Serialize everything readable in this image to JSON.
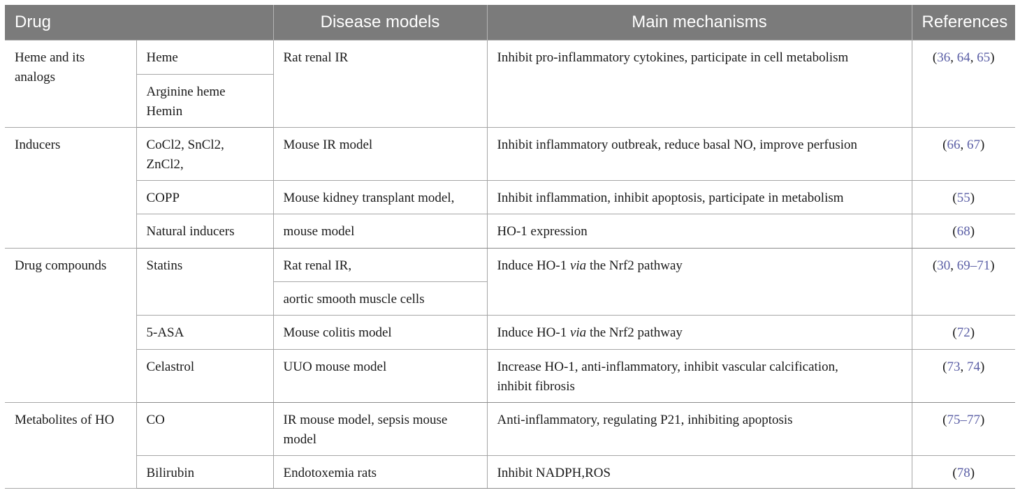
{
  "table": {
    "headers": [
      "Drug",
      "Disease models",
      "Main mechanisms",
      "References"
    ],
    "rows": {
      "r1": {
        "group": [
          "Heme and its",
          "analogs"
        ],
        "drug": "Heme",
        "model": "Rat renal IR",
        "mech": "Inhibit pro-inflammatory cytokines, participate in cell metabolism",
        "refs": [
          "36",
          "64",
          "65"
        ]
      },
      "r2": {
        "drug": [
          "Arginine heme",
          "Hemin"
        ]
      },
      "r3": {
        "group": "Inducers",
        "drug": [
          "CoCl2, SnCl2,",
          "ZnCl2,"
        ],
        "model": "Mouse IR model",
        "mech": "Inhibit inflammatory outbreak, reduce basal NO, improve perfusion",
        "refs": [
          "66",
          "67"
        ]
      },
      "r4": {
        "drug": "COPP",
        "model": "Mouse kidney transplant model,",
        "mech": "Inhibit inflammation, inhibit apoptosis, participate in metabolism",
        "refs": [
          "55"
        ]
      },
      "r5": {
        "drug": "Natural inducers",
        "model": "mouse model",
        "mech": "HO-1 expression",
        "refs": [
          "68"
        ]
      },
      "r6": {
        "group": "Drug compounds",
        "drug": "Statins",
        "model": "Rat renal IR,",
        "mech": {
          "pre": "Induce HO-1 ",
          "em": "via",
          "post": " the Nrf2 pathway"
        },
        "refs": [
          "30",
          "69–71"
        ]
      },
      "r7": {
        "model": "aortic smooth muscle cells"
      },
      "r8": {
        "drug": "5-ASA",
        "model": "Mouse colitis model",
        "mech": {
          "pre": "Induce HO-1 ",
          "em": "via",
          "post": " the Nrf2 pathway"
        },
        "refs": [
          "72"
        ]
      },
      "r9": {
        "drug": "Celastrol",
        "model": "UUO mouse model",
        "mech": [
          "Increase HO-1, anti-inflammatory, inhibit vascular calcification,",
          "inhibit fibrosis"
        ],
        "refs": [
          "73",
          "74"
        ]
      },
      "r10": {
        "group": "Metabolites of HO",
        "drug": "CO",
        "model": [
          "IR mouse model, sepsis mouse",
          "model"
        ],
        "mech": "Anti-inflammatory, regulating P21, inhibiting apoptosis",
        "refs": [
          "75–77"
        ]
      },
      "r11": {
        "drug": "Bilirubin",
        "model": "Endotoxemia rats",
        "mech": "Inhibit NADPH,ROS",
        "refs": [
          "78"
        ]
      }
    }
  }
}
